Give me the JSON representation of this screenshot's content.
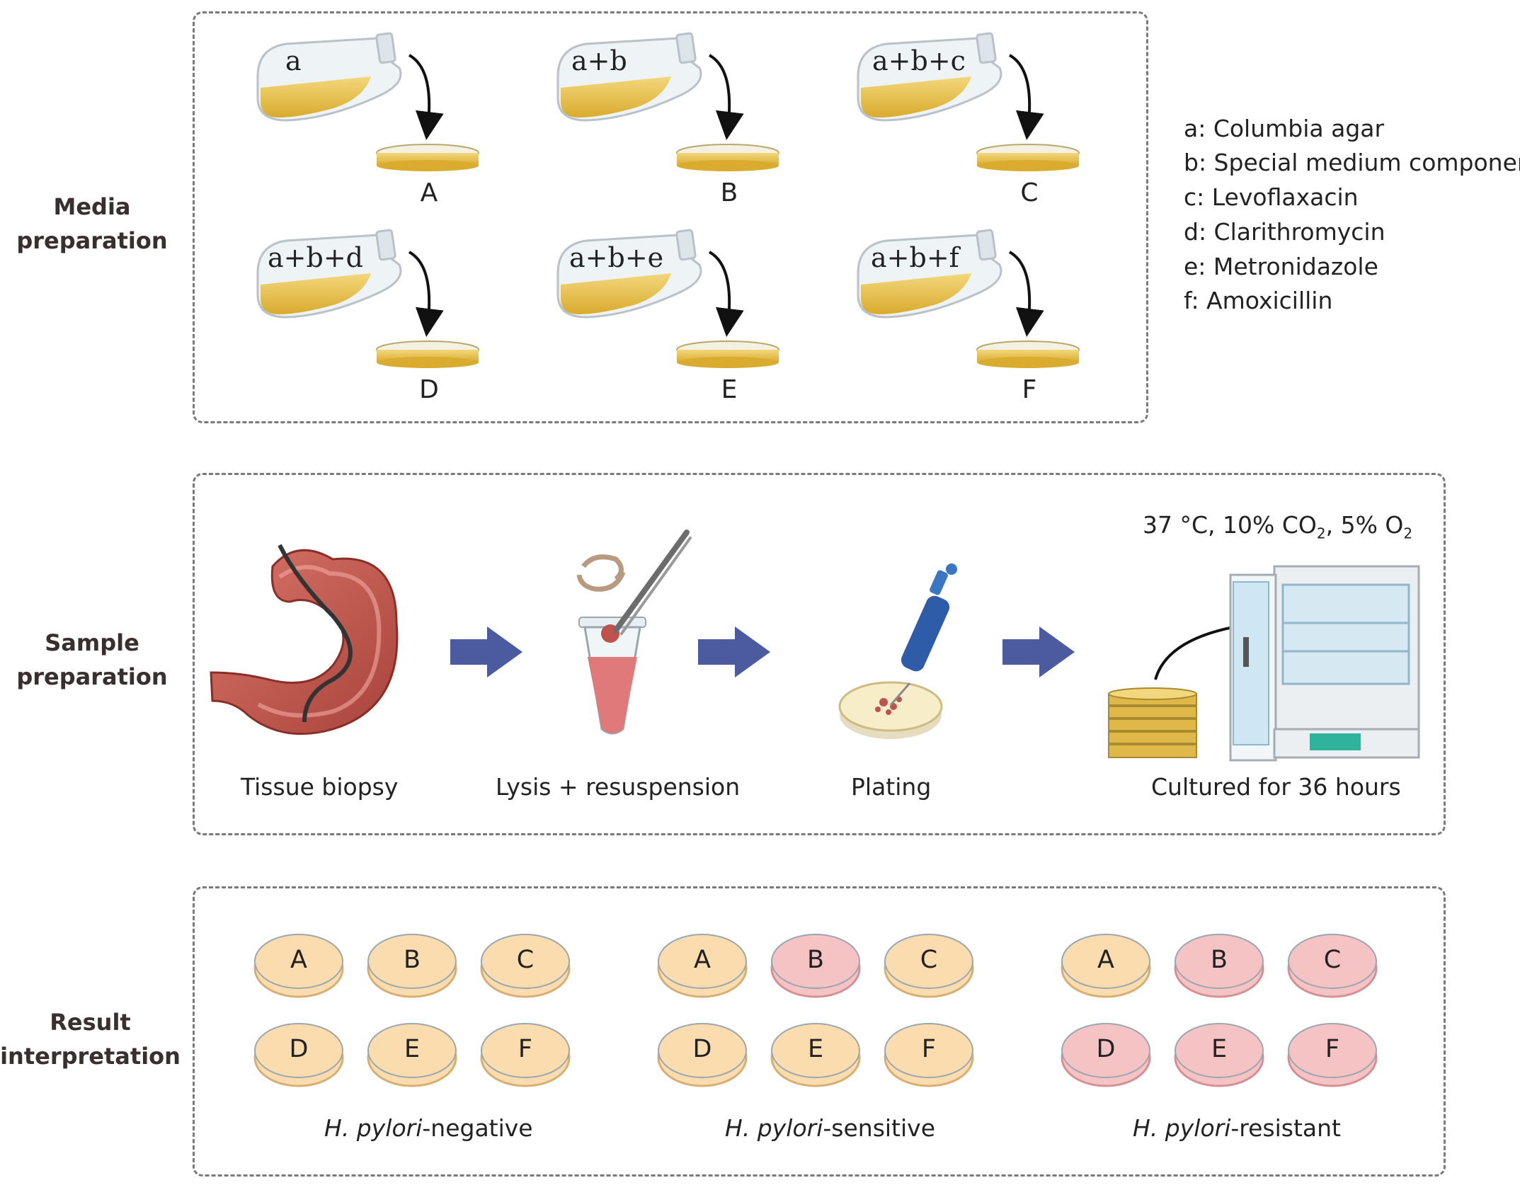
{
  "sections": {
    "media": [
      "Media",
      "preparation"
    ],
    "sample": [
      "Sample",
      "preparation"
    ],
    "result": [
      "Result",
      "interpretation"
    ]
  },
  "media_steps": [
    {
      "mix": "a",
      "plate": "A"
    },
    {
      "mix": "a+b",
      "plate": "B"
    },
    {
      "mix": "a+b+c",
      "plate": "C"
    },
    {
      "mix": "a+b+d",
      "plate": "D"
    },
    {
      "mix": "a+b+e",
      "plate": "E"
    },
    {
      "mix": "a+b+f",
      "plate": "F"
    }
  ],
  "legend": [
    "a: Columbia agar",
    "b: Special medium components",
    "c: Levoflaxacin",
    "d: Clarithromycin",
    "e: Metronidazole",
    "f: Amoxicillin"
  ],
  "sample_steps": {
    "biopsy": "Tissue biopsy",
    "lysis": "Lysis + resuspension",
    "plating": "Plating",
    "culture": "Cultured for 36 hours"
  },
  "culture_conditions": {
    "temp": "37 °C, 10% CO",
    "co2_sub": "2",
    "o2": ", 5% O",
    "o2_sub": "2"
  },
  "results": [
    {
      "species": "H. pylori",
      "outcome": "-negative",
      "plates": [
        "A",
        "B",
        "C",
        "D",
        "E",
        "F"
      ],
      "pink": []
    },
    {
      "species": "H. pylori",
      "outcome": "-sensitive",
      "plates": [
        "A",
        "B",
        "C",
        "D",
        "E",
        "F"
      ],
      "pink": [
        "B"
      ]
    },
    {
      "species": "H. pylori",
      "outcome": "-resistant",
      "plates": [
        "A",
        "B",
        "C",
        "D",
        "E",
        "F"
      ],
      "pink": [
        "B",
        "C",
        "D",
        "E",
        "F"
      ]
    }
  ],
  "colors": {
    "agar": "#e8c35a",
    "dish_orange": "#fbdcae",
    "dish_pink": "#f6c3c5",
    "arrow_blue": "#4c5ba0",
    "stomach": "#c4574c"
  }
}
